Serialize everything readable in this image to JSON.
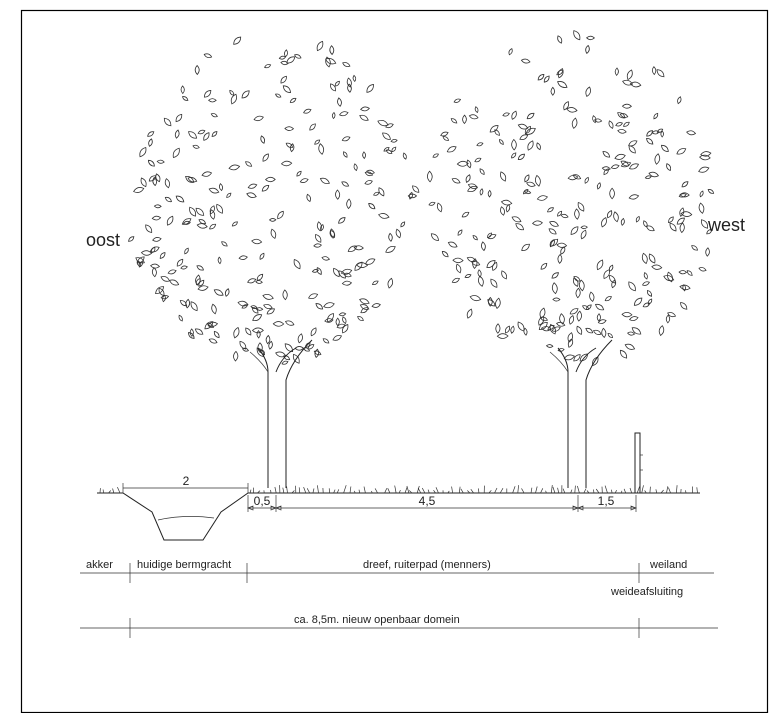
{
  "labels": {
    "oost": "oost",
    "west": "west"
  },
  "dimensions": {
    "bermgracht_width": "2",
    "verge": "0,5",
    "dreef_width": "4,5",
    "west_verge": "1,5"
  },
  "zones": {
    "akker": "akker",
    "huidige_bermgracht": "huidige bermgracht",
    "dreef": "dreef, ruiterpad (menners)",
    "weiland": "weiland",
    "weideafsluiting": "weideafsluiting",
    "domein": "ca. 8,5m. nieuw openbaar domein"
  },
  "colors": {
    "line": "#222222",
    "frame": "#000000"
  }
}
